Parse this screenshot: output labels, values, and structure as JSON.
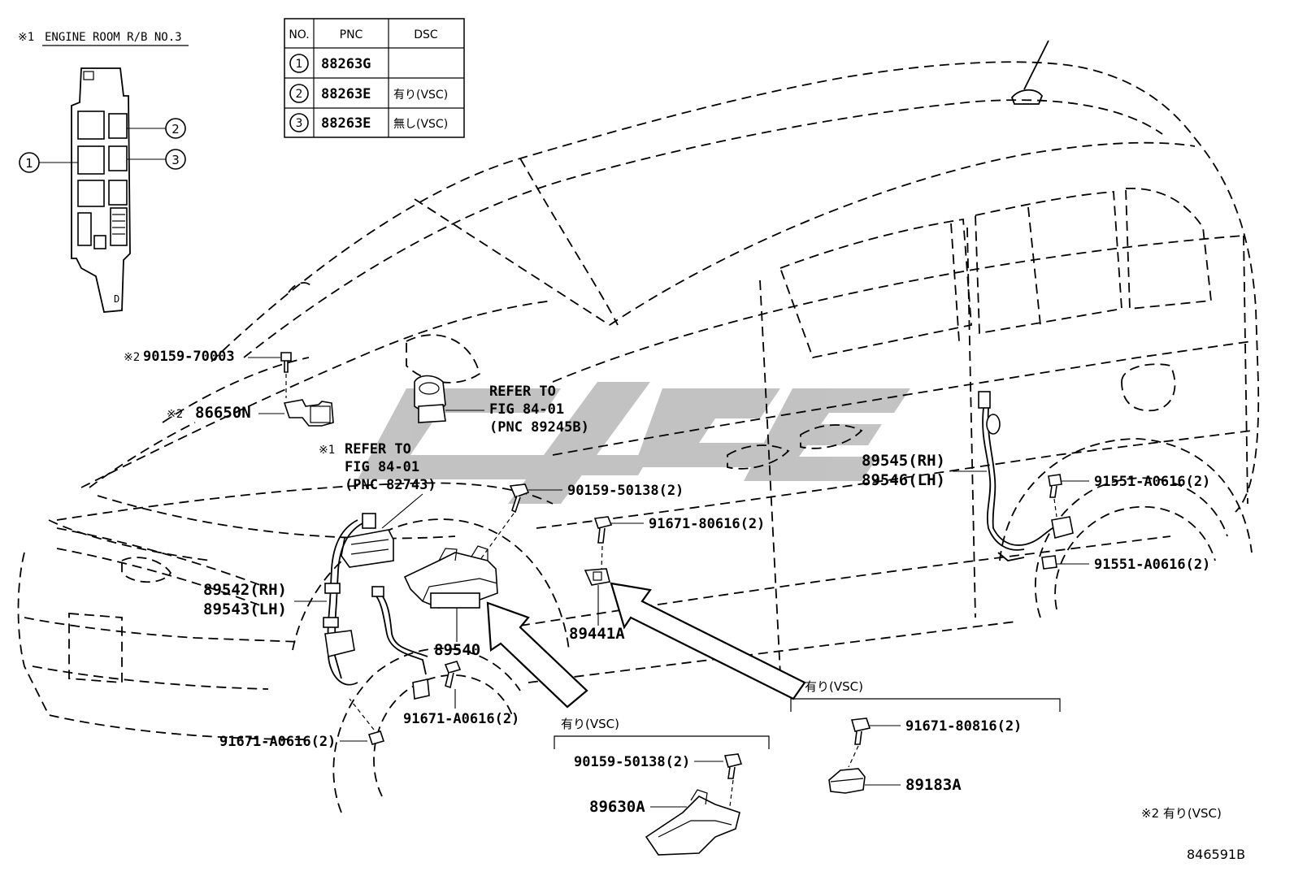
{
  "inset": {
    "note_mark": "※1",
    "title": "ENGINE ROOM R/B NO.3",
    "callouts": [
      "1",
      "2",
      "3"
    ]
  },
  "table": {
    "headers": [
      "NO.",
      "PNC",
      "DSC"
    ],
    "rows": [
      {
        "no": "1",
        "pnc": "88263G",
        "dsc": ""
      },
      {
        "no": "2",
        "pnc": "88263E",
        "dsc": "有り(VSC)"
      },
      {
        "no": "3",
        "pnc": "88263E",
        "dsc": "無し(VSC)"
      }
    ]
  },
  "labels": {
    "p90159_70003_mark": "※2",
    "p90159_70003": "90159-70003",
    "p86650N_mark": "※2",
    "p86650N": "86650N",
    "refer1_mark": "※1",
    "refer1": [
      "REFER TO",
      "FIG 84-01",
      "(PNC 82743)"
    ],
    "refer2": [
      "REFER TO",
      "FIG 84-01",
      "(PNC 89245B)"
    ],
    "p90159_50138": "90159-50138(2)",
    "p91671_80616": "91671-80616(2)",
    "p89542": "89542(RH)",
    "p89543": "89543(LH)",
    "p89540": "89540",
    "p89441A": "89441A",
    "p91671_A0616_a": "91671-A0616(2)",
    "p91671_A0616_b": "91671-A0616(2)",
    "p89545": "89545(RH)",
    "p89546": "89546(LH)",
    "p91551_a": "91551-A0616(2)",
    "p91551_b": "91551-A0616(2)",
    "vsc_left_header": "有り(VSC)",
    "vsc_left_bolt": "90159-50138(2)",
    "vsc_left_part": "89630A",
    "vsc_right_header": "有り(VSC)",
    "vsc_right_bolt": "91671-80816(2)",
    "vsc_right_part": "89183A",
    "footnote": "※2 有り(VSC)",
    "fig_no": "846591B"
  }
}
